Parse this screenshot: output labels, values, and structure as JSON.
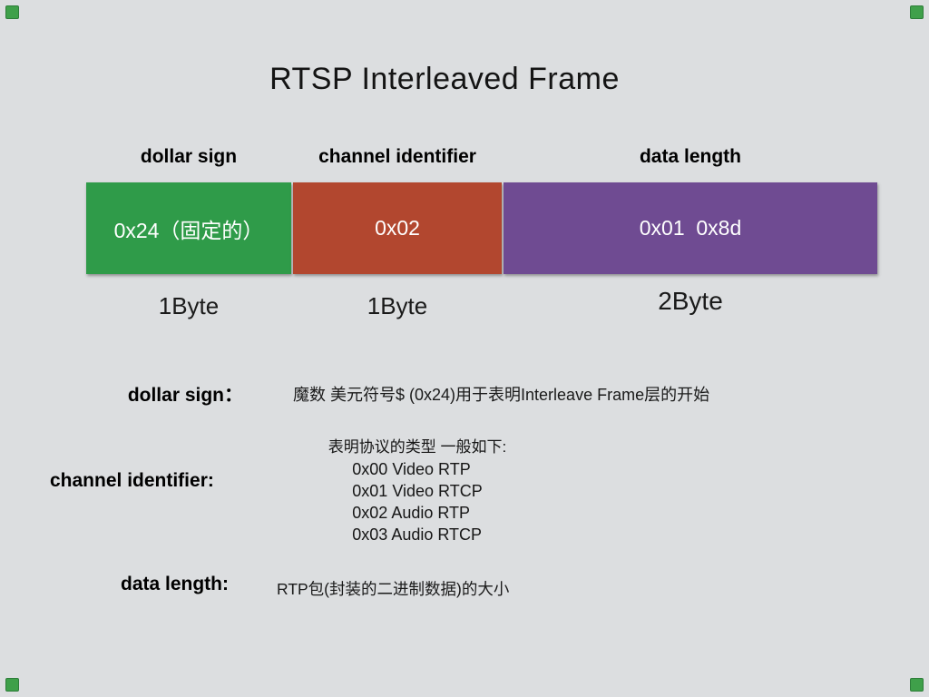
{
  "slide": {
    "title": "RTSP Interleaved Frame",
    "colors": {
      "background": "#dcdee0",
      "field_green": "#2f9b49",
      "field_red": "#b2472f",
      "field_purple": "#6f4b92",
      "box_text": "#ffffff",
      "corner_marker": "#3fa04a"
    },
    "fields": [
      {
        "label": "dollar sign",
        "value": "0x24（固定的）",
        "size": "1Byte"
      },
      {
        "label": "channel identifier",
        "value": "0x02",
        "size": "1Byte"
      },
      {
        "label": "data length",
        "value": "0x01  0x8d",
        "size": "2Byte"
      }
    ],
    "definitions": {
      "dollar": {
        "term": "dollar sign：",
        "description": "魔数 美元符号$ (0x24)用于表明Interleave Frame层的开始"
      },
      "channel": {
        "term": "channel identifier:",
        "intro": "表明协议的类型 一般如下:",
        "options": [
          "0x00 Video RTP",
          "0x01 Video RTCP",
          "0x02 Audio RTP",
          "0x03 Audio RTCP"
        ]
      },
      "data_length": {
        "term": "data length:",
        "description": "RTP包(封装的二进制数据)的大小"
      }
    }
  }
}
